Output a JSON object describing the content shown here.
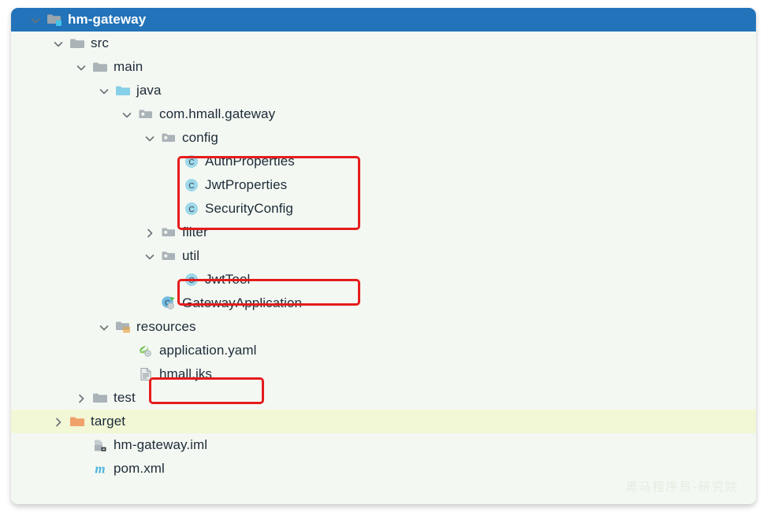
{
  "panel": {
    "name": "project-tree",
    "background_color": "#f4f8f2",
    "selection_color": "#2273b9",
    "highlight_color": "#f2f7d6",
    "annotation_color": "#e51c1c"
  },
  "watermark": {
    "text": "黑马程序员-研究院"
  },
  "tree": {
    "nodes": [
      {
        "label": "hm-gateway",
        "icon": "module-folder-icon",
        "indent": 0,
        "expander": "chevron-down-icon",
        "state": "selected"
      },
      {
        "label": "src",
        "icon": "folder-icon",
        "indent": 1,
        "expander": "chevron-down-icon",
        "state": "normal"
      },
      {
        "label": "main",
        "icon": "folder-icon",
        "indent": 2,
        "expander": "chevron-down-icon",
        "state": "normal"
      },
      {
        "label": "java",
        "icon": "source-folder-icon",
        "indent": 3,
        "expander": "chevron-down-icon",
        "state": "normal"
      },
      {
        "label": "com.hmall.gateway",
        "icon": "package-icon",
        "indent": 4,
        "expander": "chevron-down-icon",
        "state": "normal"
      },
      {
        "label": "config",
        "icon": "package-icon",
        "indent": 5,
        "expander": "chevron-down-icon",
        "state": "normal"
      },
      {
        "label": "AuthProperties",
        "icon": "java-class-icon",
        "indent": 6,
        "expander": "none",
        "state": "normal"
      },
      {
        "label": "JwtProperties",
        "icon": "java-class-icon",
        "indent": 6,
        "expander": "none",
        "state": "normal"
      },
      {
        "label": "SecurityConfig",
        "icon": "java-class-icon",
        "indent": 6,
        "expander": "none",
        "state": "normal"
      },
      {
        "label": "filter",
        "icon": "package-icon",
        "indent": 5,
        "expander": "chevron-right-icon",
        "state": "normal"
      },
      {
        "label": "util",
        "icon": "package-icon",
        "indent": 5,
        "expander": "chevron-down-icon",
        "state": "normal"
      },
      {
        "label": "JwtTool",
        "icon": "java-class-icon",
        "indent": 6,
        "expander": "none",
        "state": "normal"
      },
      {
        "label": "GatewayApplication",
        "icon": "spring-boot-class-icon",
        "indent": 5,
        "expander": "none",
        "state": "normal"
      },
      {
        "label": "resources",
        "icon": "resources-folder-icon",
        "indent": 3,
        "expander": "chevron-down-icon",
        "state": "normal"
      },
      {
        "label": "application.yaml",
        "icon": "spring-config-file-icon",
        "indent": 4,
        "expander": "none",
        "state": "normal"
      },
      {
        "label": "hmall.jks",
        "icon": "file-icon",
        "indent": 4,
        "expander": "none",
        "state": "normal"
      },
      {
        "label": "test",
        "icon": "folder-icon",
        "indent": 2,
        "expander": "chevron-right-icon",
        "state": "normal"
      },
      {
        "label": "target",
        "icon": "excluded-folder-icon",
        "indent": 1,
        "expander": "chevron-right-icon",
        "state": "highlighted"
      },
      {
        "label": "hm-gateway.iml",
        "icon": "iml-module-file-icon",
        "indent": 2,
        "expander": "none",
        "state": "normal"
      },
      {
        "label": "pom.xml",
        "icon": "maven-pom-icon",
        "indent": 2,
        "expander": "none",
        "state": "normal"
      }
    ]
  },
  "annotations": [
    {
      "name": "config-classes-highlight",
      "target": "config package classes"
    },
    {
      "name": "jwttool-highlight",
      "target": "JwtTool class"
    },
    {
      "name": "hmall-jks-highlight",
      "target": "hmall.jks file"
    }
  ]
}
